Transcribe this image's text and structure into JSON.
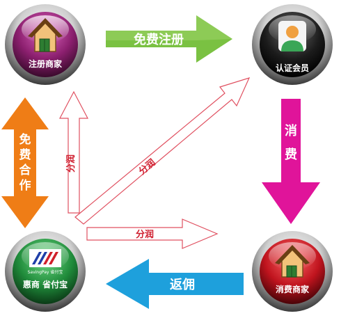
{
  "nodes": {
    "top_left": {
      "label": "注册商家",
      "icon": "house-icon",
      "color": "#8b1f6e"
    },
    "top_right": {
      "label": "认证会员",
      "icon": "person-icon",
      "color": "#1c1c1c"
    },
    "bottom_left": {
      "label": "惠商 省付宝",
      "logo_text": "SavingPay 省付宝",
      "icon": "savingpay-logo-icon",
      "color": "#1f8a3a"
    },
    "bottom_right": {
      "label": "消费商家",
      "icon": "house-icon",
      "color": "#c0141e"
    }
  },
  "arrows": {
    "top": {
      "label": "免费注册",
      "color": "#7ac142"
    },
    "right": {
      "label": "消费",
      "color": "#e0149a"
    },
    "bottom": {
      "label": "返佣",
      "color": "#1ea0dc"
    },
    "left": {
      "label": "免费合作",
      "color": "#ef7d16"
    }
  },
  "profit_arrows": {
    "up_label": "分润",
    "diagonal_label": "分润",
    "horizontal_label": "分润",
    "color": "#e05060"
  }
}
